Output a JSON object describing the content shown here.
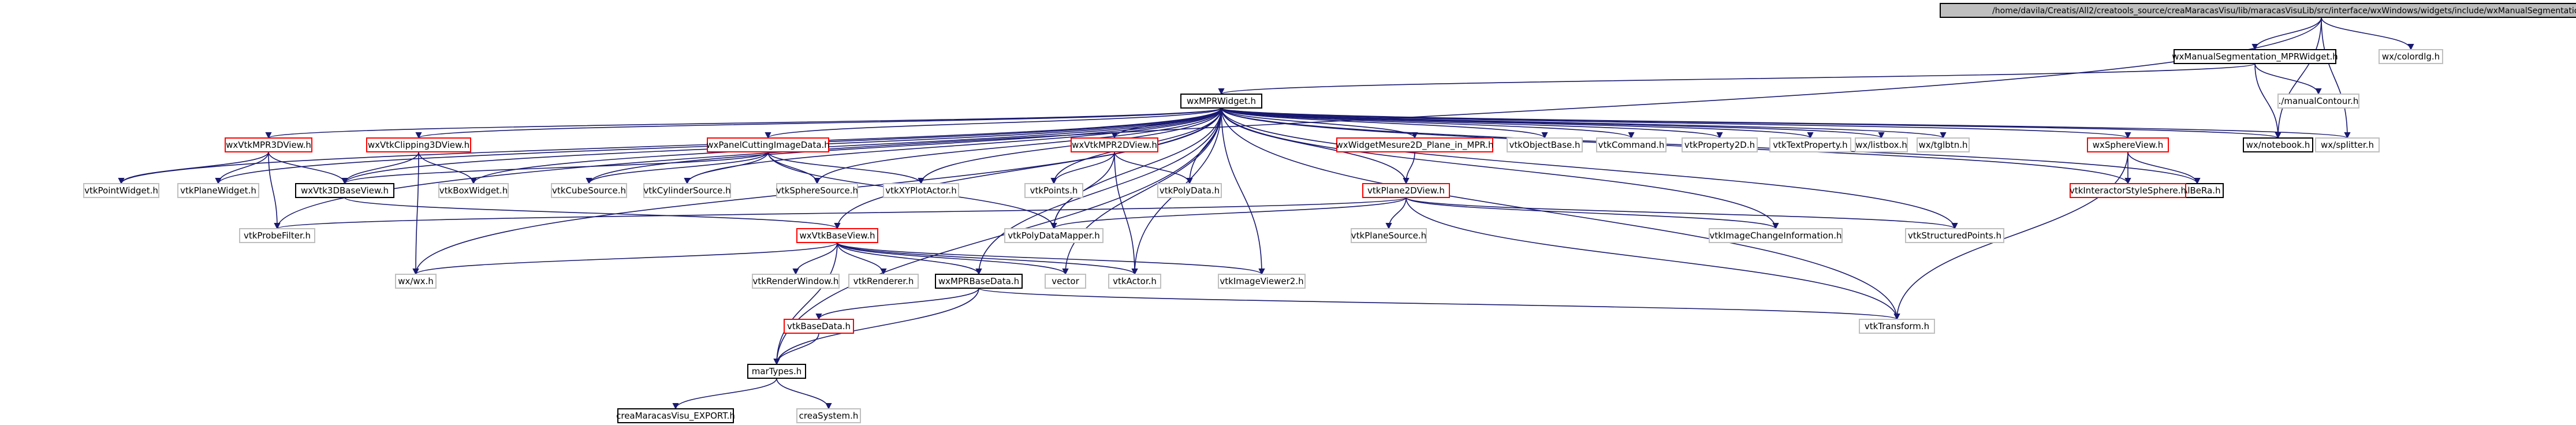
{
  "diagram": {
    "title": "",
    "colors": {
      "root_fill": "#bfbfbf",
      "normal_border": "#000000",
      "missing_border": "#ff0000",
      "external_border": "#bfbfbf",
      "edge": "#191970"
    },
    "nodes": [
      {
        "id": "root",
        "label": "/home/davila/Creatis/All2/creatools_source/creaMaracasVisu/lib/maracasVisuLib/src/interface/wxWindows/widgets/include/wxManualSegmentation_MPRWidget.cxx",
        "kind": "root"
      },
      {
        "id": "mseg",
        "label": "wxManualSegmentation_MPRWidget.h",
        "kind": "normal"
      },
      {
        "id": "colordlg",
        "label": "wx/colordlg.h",
        "kind": "external"
      },
      {
        "id": "mpr",
        "label": "wxMPRWidget.h",
        "kind": "normal"
      },
      {
        "id": "manual",
        "label": "./manualContour.h",
        "kind": "external"
      },
      {
        "id": "notebook",
        "label": "wx/notebook.h",
        "kind": "normal"
      },
      {
        "id": "splitter",
        "label": "wx/splitter.h",
        "kind": "external"
      },
      {
        "id": "mpr3d",
        "label": "wxVtkMPR3DView.h",
        "kind": "missing"
      },
      {
        "id": "clip3d",
        "label": "wxVtkClipping3DView.h",
        "kind": "missing"
      },
      {
        "id": "panelcut",
        "label": "wxPanelCuttingImageData.h",
        "kind": "missing"
      },
      {
        "id": "mpr2d",
        "label": "wxVtkMPR2DView.h",
        "kind": "missing"
      },
      {
        "id": "mesure",
        "label": "wxWidgetMesure2D_Plane_in_MPR.h",
        "kind": "missing"
      },
      {
        "id": "objbase",
        "label": "vtkObjectBase.h",
        "kind": "external"
      },
      {
        "id": "command",
        "label": "vtkCommand.h",
        "kind": "external"
      },
      {
        "id": "prop2d",
        "label": "vtkProperty2D.h",
        "kind": "external"
      },
      {
        "id": "textprop",
        "label": "vtkTextProperty.h",
        "kind": "external"
      },
      {
        "id": "listbox",
        "label": "wx/listbox.h",
        "kind": "external"
      },
      {
        "id": "tglbtn",
        "label": "wx/tglbtn.h",
        "kind": "external"
      },
      {
        "id": "sphere",
        "label": "wxSphereView.h",
        "kind": "missing"
      },
      {
        "id": "idalbera",
        "label": "idAlBeRa.h",
        "kind": "normal"
      },
      {
        "id": "pointwidget",
        "label": "vtkPointWidget.h",
        "kind": "external"
      },
      {
        "id": "planewidget",
        "label": "vtkPlaneWidget.h",
        "kind": "external"
      },
      {
        "id": "base3d",
        "label": "wxVtk3DBaseView.h",
        "kind": "normal"
      },
      {
        "id": "boxwidget",
        "label": "vtkBoxWidget.h",
        "kind": "external"
      },
      {
        "id": "cubesrc",
        "label": "vtkCubeSource.h",
        "kind": "external"
      },
      {
        "id": "cylsrc",
        "label": "vtkCylinderSource.h",
        "kind": "external"
      },
      {
        "id": "spheresrc",
        "label": "vtkSphereSource.h",
        "kind": "external"
      },
      {
        "id": "xyplot",
        "label": "vtkXYPlotActor.h",
        "kind": "external"
      },
      {
        "id": "points",
        "label": "vtkPoints.h",
        "kind": "external"
      },
      {
        "id": "polydata",
        "label": "vtkPolyData.h",
        "kind": "external"
      },
      {
        "id": "plane2d",
        "label": "vtkPlane2DView.h",
        "kind": "missing"
      },
      {
        "id": "interstyle",
        "label": "vtkInteractorStyleSphere.h",
        "kind": "missing"
      },
      {
        "id": "probe",
        "label": "vtkProbeFilter.h",
        "kind": "external"
      },
      {
        "id": "basevtk",
        "label": "wxVtkBaseView.h",
        "kind": "missing"
      },
      {
        "id": "pdmapper",
        "label": "vtkPolyDataMapper.h",
        "kind": "external"
      },
      {
        "id": "planesrc",
        "label": "vtkPlaneSource.h",
        "kind": "external"
      },
      {
        "id": "imgchange",
        "label": "vtkImageChangeInformation.h",
        "kind": "external"
      },
      {
        "id": "structpts",
        "label": "vtkStructuredPoints.h",
        "kind": "external"
      },
      {
        "id": "wxh",
        "label": "wx/wx.h",
        "kind": "external"
      },
      {
        "id": "renwin",
        "label": "vtkRenderWindow.h",
        "kind": "external"
      },
      {
        "id": "renderer",
        "label": "vtkRenderer.h",
        "kind": "external"
      },
      {
        "id": "mprbase",
        "label": "wxMPRBaseData.h",
        "kind": "normal"
      },
      {
        "id": "vector",
        "label": "vector",
        "kind": "external"
      },
      {
        "id": "actor",
        "label": "vtkActor.h",
        "kind": "external"
      },
      {
        "id": "viewer2",
        "label": "vtkImageViewer2.h",
        "kind": "external"
      },
      {
        "id": "transform",
        "label": "vtkTransform.h",
        "kind": "external"
      },
      {
        "id": "basedata",
        "label": "vtkBaseData.h",
        "kind": "missing"
      },
      {
        "id": "martypes",
        "label": "marTypes.h",
        "kind": "normal"
      },
      {
        "id": "export",
        "label": "creaMaracasVisu_EXPORT.h",
        "kind": "normal"
      },
      {
        "id": "creasystem",
        "label": "creaSystem.h",
        "kind": "external"
      }
    ],
    "edges": [
      [
        "root",
        "mseg"
      ],
      [
        "root",
        "colordlg"
      ],
      [
        "root",
        "notebook"
      ],
      [
        "root",
        "splitter"
      ],
      [
        "root",
        "probe"
      ],
      [
        "mseg",
        "mpr"
      ],
      [
        "mseg",
        "manual"
      ],
      [
        "mseg",
        "notebook"
      ],
      [
        "mpr",
        "mpr3d"
      ],
      [
        "mpr",
        "clip3d"
      ],
      [
        "mpr",
        "panelcut"
      ],
      [
        "mpr",
        "mpr2d"
      ],
      [
        "mpr",
        "mesure"
      ],
      [
        "mpr",
        "objbase"
      ],
      [
        "mpr",
        "command"
      ],
      [
        "mpr",
        "prop2d"
      ],
      [
        "mpr",
        "textprop"
      ],
      [
        "mpr",
        "listbox"
      ],
      [
        "mpr",
        "tglbtn"
      ],
      [
        "mpr",
        "sphere"
      ],
      [
        "mpr",
        "idalbera"
      ],
      [
        "mpr",
        "notebook"
      ],
      [
        "mpr",
        "splitter"
      ],
      [
        "mpr",
        "pointwidget"
      ],
      [
        "mpr",
        "planewidget"
      ],
      [
        "mpr",
        "base3d"
      ],
      [
        "mpr",
        "boxwidget"
      ],
      [
        "mpr",
        "cubesrc"
      ],
      [
        "mpr",
        "cylsrc"
      ],
      [
        "mpr",
        "spheresrc"
      ],
      [
        "mpr",
        "xyplot"
      ],
      [
        "mpr",
        "points"
      ],
      [
        "mpr",
        "polydata"
      ],
      [
        "mpr",
        "plane2d"
      ],
      [
        "mpr",
        "interstyle"
      ],
      [
        "mpr",
        "pdmapper"
      ],
      [
        "mpr",
        "imgchange"
      ],
      [
        "mpr",
        "structpts"
      ],
      [
        "mpr",
        "wxh"
      ],
      [
        "mpr",
        "mprbase"
      ],
      [
        "mpr",
        "vector"
      ],
      [
        "mpr",
        "actor"
      ],
      [
        "mpr",
        "viewer2"
      ],
      [
        "mpr",
        "transform"
      ],
      [
        "mpr",
        "martypes"
      ],
      [
        "mpr",
        "basevtk"
      ],
      [
        "mpr3d",
        "pointwidget"
      ],
      [
        "mpr3d",
        "planewidget"
      ],
      [
        "mpr3d",
        "base3d"
      ],
      [
        "mpr3d",
        "probe"
      ],
      [
        "clip3d",
        "base3d"
      ],
      [
        "clip3d",
        "boxwidget"
      ],
      [
        "clip3d",
        "wxh"
      ],
      [
        "panelcut",
        "base3d"
      ],
      [
        "panelcut",
        "cubesrc"
      ],
      [
        "panelcut",
        "cylsrc"
      ],
      [
        "panelcut",
        "spheresrc"
      ],
      [
        "panelcut",
        "xyplot"
      ],
      [
        "panelcut",
        "pdmapper"
      ],
      [
        "mpr2d",
        "points"
      ],
      [
        "mpr2d",
        "polydata"
      ],
      [
        "mpr2d",
        "pdmapper"
      ],
      [
        "mpr2d",
        "actor"
      ],
      [
        "mesure",
        "plane2d"
      ],
      [
        "sphere",
        "interstyle"
      ],
      [
        "sphere",
        "idalbera"
      ],
      [
        "sphere",
        "transform"
      ],
      [
        "base3d",
        "basevtk"
      ],
      [
        "plane2d",
        "probe"
      ],
      [
        "plane2d",
        "pdmapper"
      ],
      [
        "plane2d",
        "planesrc"
      ],
      [
        "plane2d",
        "imgchange"
      ],
      [
        "plane2d",
        "structpts"
      ],
      [
        "plane2d",
        "transform"
      ],
      [
        "basevtk",
        "wxh"
      ],
      [
        "basevtk",
        "renwin"
      ],
      [
        "basevtk",
        "renderer"
      ],
      [
        "basevtk",
        "mprbase"
      ],
      [
        "basevtk",
        "vector"
      ],
      [
        "basevtk",
        "actor"
      ],
      [
        "basevtk",
        "viewer2"
      ],
      [
        "basevtk",
        "martypes"
      ],
      [
        "mprbase",
        "basedata"
      ],
      [
        "mprbase",
        "martypes"
      ],
      [
        "mprbase",
        "transform"
      ],
      [
        "basedata",
        "martypes"
      ],
      [
        "martypes",
        "export"
      ],
      [
        "martypes",
        "creasystem"
      ]
    ]
  }
}
